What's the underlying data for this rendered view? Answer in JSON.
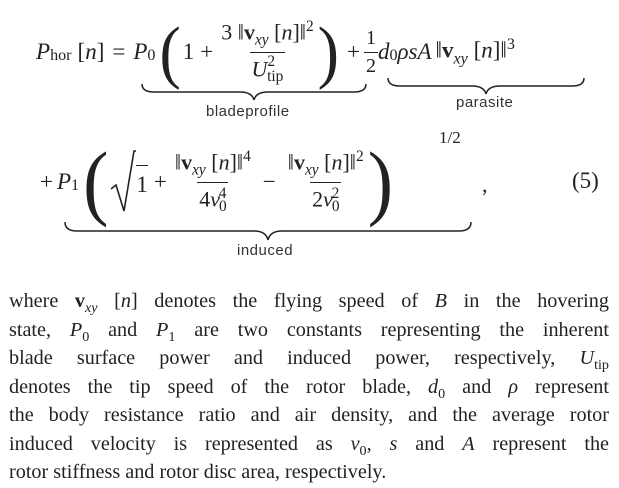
{
  "equation": {
    "number": "(5)",
    "under_labels": {
      "bladeprofile": "bladeprofile",
      "parasite": "parasite",
      "induced": "induced"
    },
    "exponent_half": "1/2"
  },
  "paragraph": {
    "lines": [
      "where v_xy[n] denotes the flying speed of B in the hovering",
      "state, P0 and P1 are two constants representing the inherent",
      "blade surface power and induced power, respectively, Utip",
      "denotes the tip speed of the rotor blade, d0 and ρ represent",
      "the body resistance ratio and air density, and the average rotor",
      "induced velocity is represented as v0, s and A represent the",
      "rotor stiffness and rotor disc area, respectively."
    ]
  }
}
